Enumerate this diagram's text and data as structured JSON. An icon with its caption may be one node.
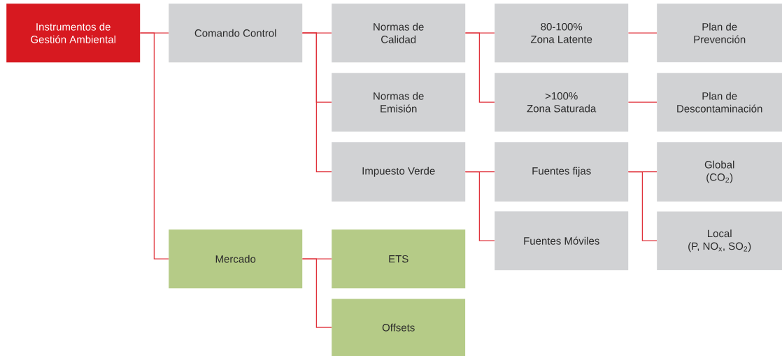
{
  "diagram": {
    "nodes": [
      {
        "text": [
          "Instrumentos de Gestión Ambiental"
        ]
      },
      {
        "text": [
          "Comando Control"
        ]
      },
      {
        "text": [
          "Normas de Calidad"
        ]
      },
      {
        "text": [
          "80-100%",
          "Zona Latente"
        ]
      },
      {
        "text": [
          "Plan de Prevención"
        ]
      },
      {
        "text": [
          "Normas de Emisión"
        ]
      },
      {
        "text": [
          ">100%",
          "Zona Saturada"
        ]
      },
      {
        "text": [
          "Plan de Descontaminación"
        ]
      },
      {
        "text": [
          "Impuesto Verde"
        ]
      },
      {
        "text": [
          "Fuentes fijas"
        ]
      },
      {
        "text": [
          "Global",
          "(CO$_{2}$)"
        ]
      },
      {
        "text": [
          "Fuentes Móviles"
        ]
      },
      {
        "text": [
          "Local",
          "(P, NO$_{x}$, SO$_{2}$)"
        ]
      },
      {
        "text": [
          "Mercado"
        ]
      },
      {
        "text": [
          "ETS"
        ]
      },
      {
        "text": [
          "Offsets"
        ]
      }
    ],
    "edges": [
      {
        "from": 0,
        "to": 1,
        "arrow": "none"
      },
      {
        "from": 0,
        "to": 13,
        "arrow": "none"
      },
      {
        "from": 1,
        "to": 2,
        "arrow": "none"
      },
      {
        "from": 1,
        "to": 5,
        "arrow": "none"
      },
      {
        "from": 1,
        "to": 8,
        "arrow": "none"
      },
      {
        "from": 2,
        "to": 3,
        "arrow": "none"
      },
      {
        "from": 2,
        "to": 6,
        "arrow": "none"
      },
      {
        "from": 3,
        "to": 4,
        "arrow": "none"
      },
      {
        "from": 6,
        "to": 7,
        "arrow": "none"
      },
      {
        "from": 8,
        "to": 9,
        "arrow": "none"
      },
      {
        "from": 8,
        "to": 11,
        "arrow": "none"
      },
      {
        "from": 9,
        "to": 10,
        "arrow": "none"
      },
      {
        "from": 9,
        "to": 12,
        "arrow": "none"
      },
      {
        "from": 13,
        "to": 14,
        "arrow": "none"
      },
      {
        "from": 13,
        "to": 15,
        "arrow": "none"
      }
    ]
  }
}
